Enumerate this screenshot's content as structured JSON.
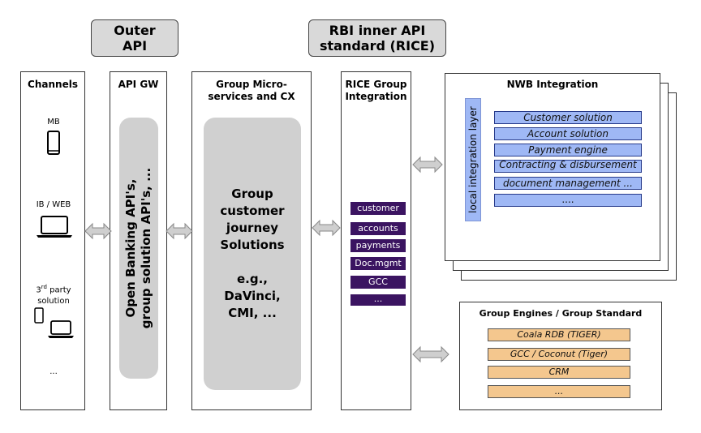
{
  "header_boxes": {
    "outer_api": "Outer\nAPI",
    "rice": "RBI inner API\nstandard (RICE)"
  },
  "columns": {
    "channels": {
      "title": "Channels",
      "items": {
        "mb": "MB",
        "ib_web": "IB / WEB",
        "third_party_sup": "rd",
        "third_party_pre": "3",
        "third_party_post": " party\nsolution",
        "more": "..."
      }
    },
    "api_gw": {
      "title": "API GW",
      "vertical_text": "Open Banking API's,\ngroup solution API's, ..."
    },
    "group_micro": {
      "title": "Group Micro-\nservices and CX",
      "box_text": "Group\ncustomer\njourney\nSolutions\n\ne.g.,\nDaVinci,\nCMI, ..."
    },
    "rice_group": {
      "title": "RICE Group\nIntegration",
      "items": [
        "customer",
        "accounts",
        "payments",
        "Doc.mgmt",
        "GCC",
        "..."
      ]
    }
  },
  "nwb": {
    "title": "NWB Integration",
    "layer_label": "local integration layer",
    "items": [
      "Customer solution",
      "Account solution",
      "Payment engine",
      "Contracting & disbursement",
      "document management ...",
      "...."
    ]
  },
  "group_engines": {
    "title": "Group Engines / Group Standard",
    "items": [
      "Coala RDB (TIGER)",
      "GCC / Coconut (Tiger)",
      "CRM",
      "..."
    ]
  },
  "colors": {
    "header_grey": "#d9d9d9",
    "panel_grey": "#d0d0d0",
    "rice_purple": "#3b1461",
    "nwb_blue": "#9fb8f5",
    "engine_orange": "#f4c78e"
  },
  "icons": {
    "phone": "mobile-phone-icon",
    "laptop": "laptop-icon",
    "arrow": "double-arrow-icon"
  }
}
